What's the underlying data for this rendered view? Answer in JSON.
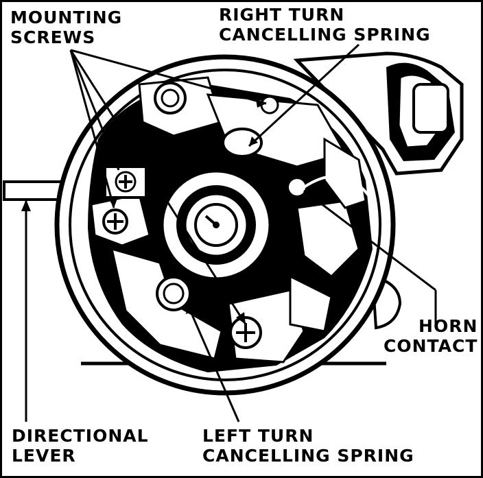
{
  "labels": {
    "mounting_screws": [
      "MOUNTING",
      "SCREWS"
    ],
    "right_turn_spring": [
      "RIGHT TURN",
      "CANCELLING SPRING"
    ],
    "horn_contact": [
      "HORN",
      "CONTACT"
    ],
    "directional_lever": [
      "DIRECTIONAL",
      "LEVER"
    ],
    "left_turn_spring": [
      "LEFT TURN",
      "CANCELLING SPRING"
    ]
  },
  "colors": {
    "ink": "#000000",
    "paper": "#ffffff"
  }
}
